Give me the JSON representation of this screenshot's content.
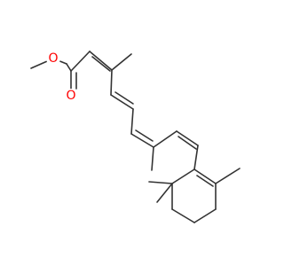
{
  "molecule": {
    "atoms": [
      {
        "id": "O1",
        "element": "O",
        "label": "O",
        "color": "#ff0000"
      },
      {
        "id": "O2",
        "element": "O",
        "label": "O",
        "color": "#ff0000"
      }
    ]
  }
}
